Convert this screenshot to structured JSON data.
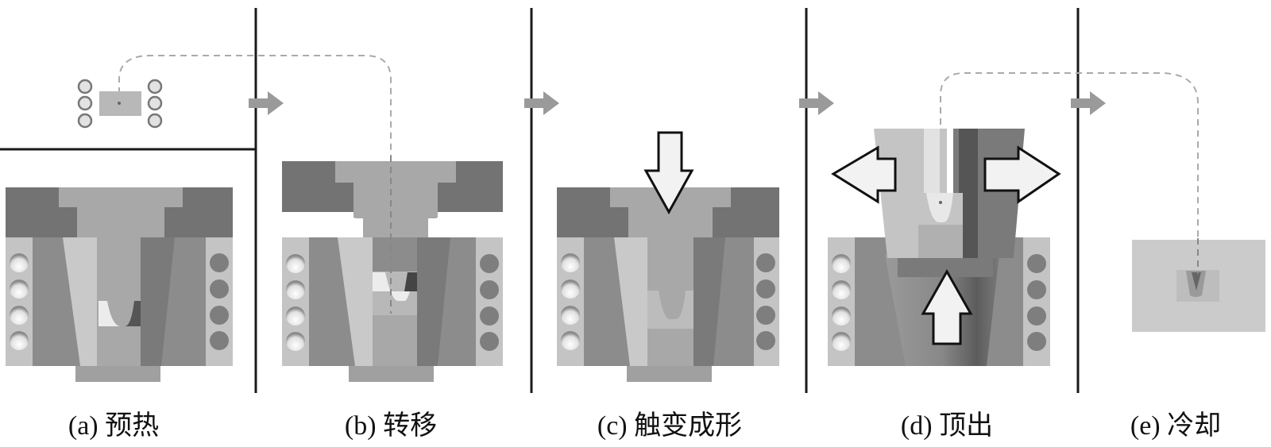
{
  "figure": {
    "panels": [
      {
        "id": "a",
        "caption": "(a) 预热"
      },
      {
        "id": "b",
        "caption": "(b) 转移"
      },
      {
        "id": "c",
        "caption": "(c) 触变成形"
      },
      {
        "id": "d",
        "caption": "(d) 顶出"
      },
      {
        "id": "e",
        "caption": "(e) 冷却"
      }
    ]
  },
  "colors": {
    "die_dark": "#737373",
    "die_mid": "#999999",
    "die_light": "#b0b0b0",
    "die_lighter": "#c9c9c9",
    "heater_bg": "#c4c4c4",
    "flow_arrow": "#9a9a9a",
    "dash_path": "#aaaaaa",
    "divider": "#1a1a1a",
    "force_arrow_fill": "#f2f2f2",
    "force_arrow_stroke": "#111111"
  }
}
